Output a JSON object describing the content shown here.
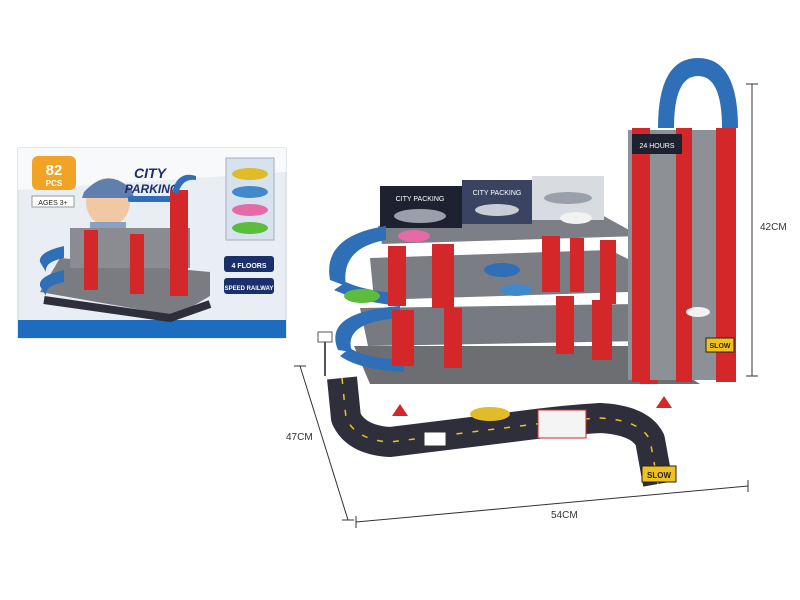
{
  "box": {
    "piece_count": "82",
    "piece_unit": "PCS",
    "brand_line1": "CITY",
    "brand_line2": "PARKING",
    "age": "AGES 3+",
    "feature_floors": "4 FLOORS",
    "feature_speed": "SPEED RAILWAY"
  },
  "billboards": {
    "left": "CITY PACKING",
    "middle": "CITY PACKING",
    "tower": "24 HOURS"
  },
  "signs": {
    "slow_road": "SLOW",
    "slow_tower": "SLOW"
  },
  "dimensions": {
    "height": "42CM",
    "depth": "47CM",
    "width": "54CM"
  },
  "colors": {
    "red": "#d3272a",
    "blue": "#2f6fb8",
    "grey": "#6d6e72",
    "road": "#2e2f3a"
  }
}
